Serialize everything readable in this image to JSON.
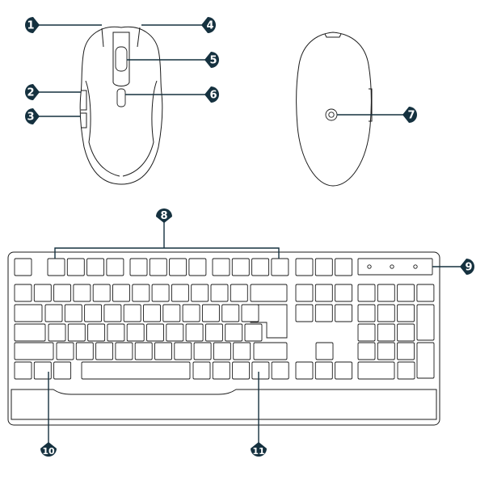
{
  "colors": {
    "callout": "#15313f",
    "outline": "#1b1b1b",
    "background": "#ffffff"
  },
  "callouts": [
    {
      "id": "1",
      "label": "1",
      "side": "left"
    },
    {
      "id": "2",
      "label": "2",
      "side": "left"
    },
    {
      "id": "3",
      "label": "3",
      "side": "left"
    },
    {
      "id": "4",
      "label": "4",
      "side": "right"
    },
    {
      "id": "5",
      "label": "5",
      "side": "right"
    },
    {
      "id": "6",
      "label": "6",
      "side": "right"
    },
    {
      "id": "7",
      "label": "7",
      "side": "right"
    },
    {
      "id": "8",
      "label": "8",
      "side": "top"
    },
    {
      "id": "9",
      "label": "9",
      "side": "right"
    },
    {
      "id": "10",
      "label": "10",
      "side": "bottom"
    },
    {
      "id": "11",
      "label": "11",
      "side": "bottom"
    }
  ]
}
